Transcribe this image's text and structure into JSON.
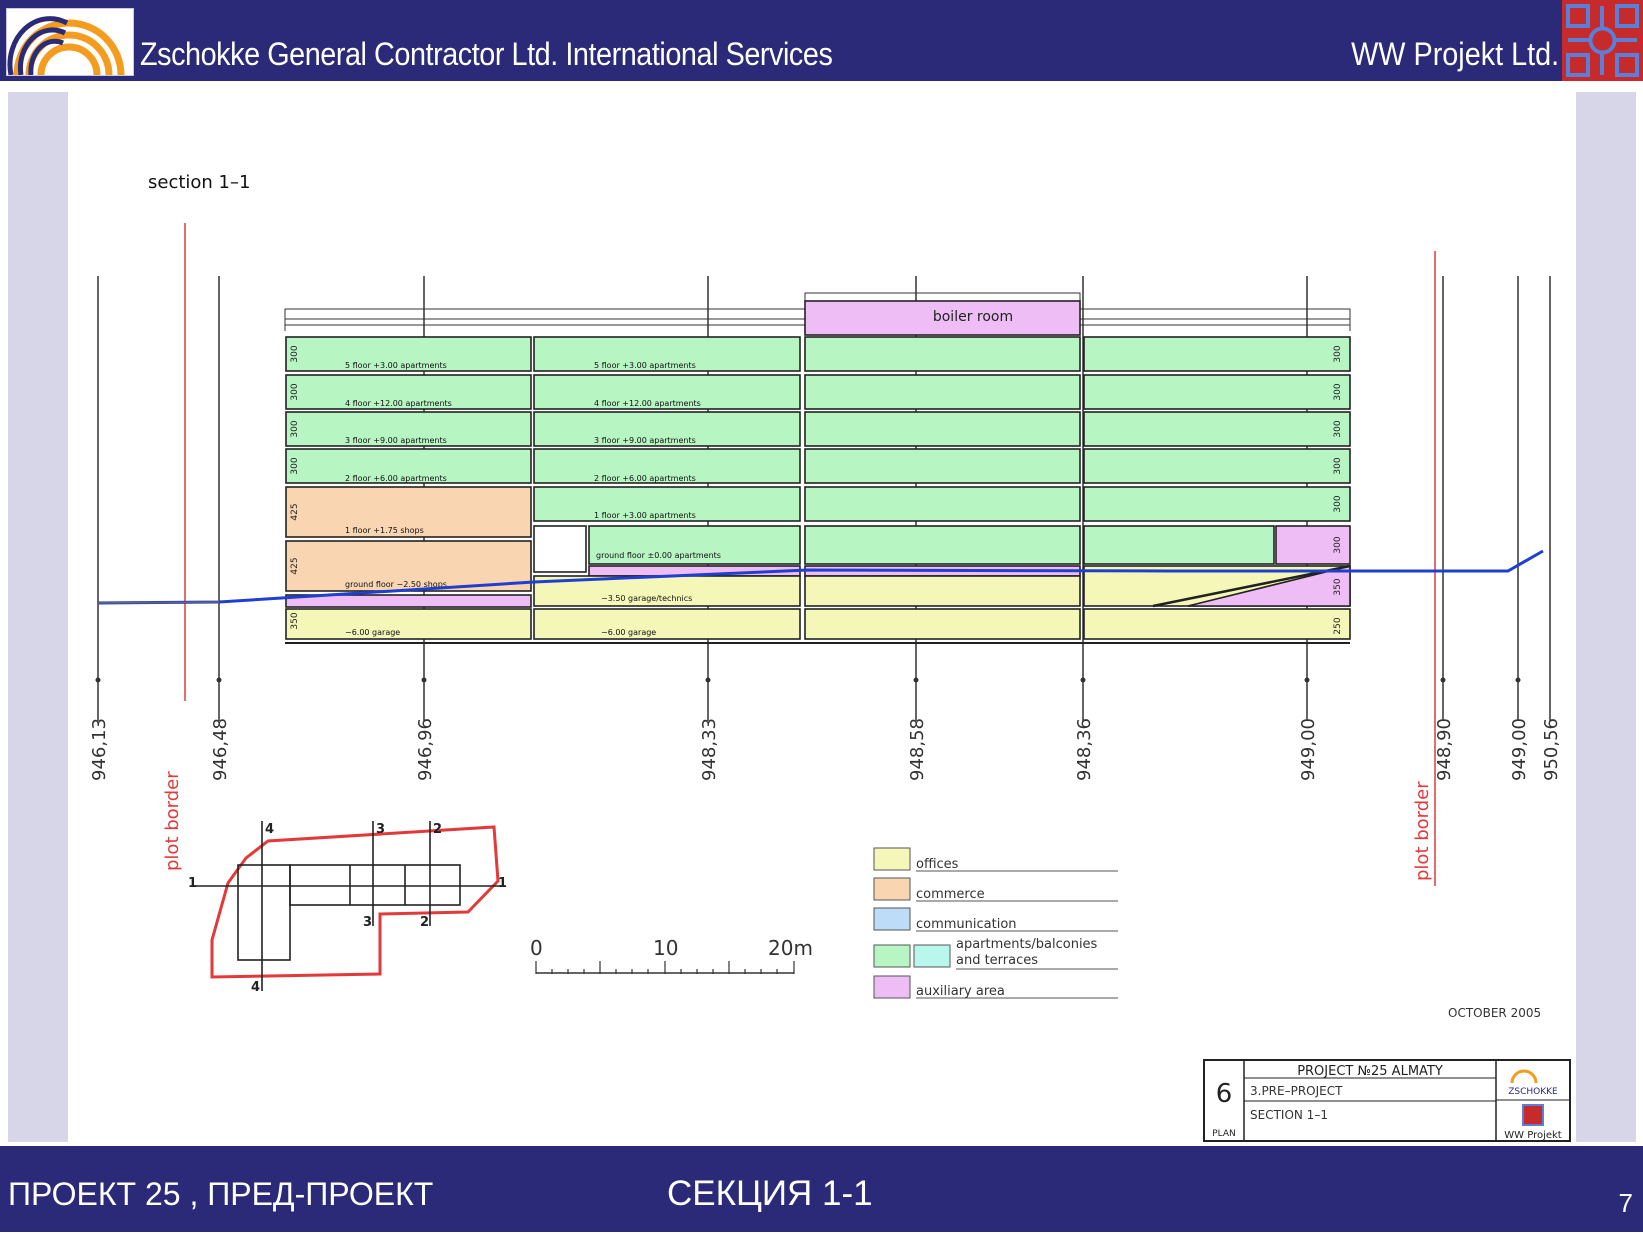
{
  "header": {
    "title": "Zschokke General Contractor   Ltd. International Services",
    "right_title": "WW Projekt Ltd."
  },
  "drawing": {
    "section_title": "section  1–1",
    "boiler_room": "boiler  room",
    "floor_labels": {
      "a5": "5  floor  +3.00  apartments",
      "a4": "4  floor  +12.00  apartments",
      "a3": "3  floor  +9.00  apartments",
      "a2": "2  floor  +6.00  apartments",
      "a1": "1  floor  +1.75  shops",
      "ag": "ground  floor  −2.50  shops",
      "ab": "−6.00  garage",
      "b5": "5  floor  +3.00  apartments",
      "b4": "4  floor  +12.00  apartments",
      "b3": "3  floor  +9.00  apartments",
      "b2": "2  floor  +6.00  apartments",
      "b1": "1  floor  +3.00  apartments",
      "bg": "ground  floor  ±0.00  apartments",
      "bm": "−3.50  garage/technics",
      "bb": "−6.00  garage"
    },
    "height_left": [
      "300",
      "300",
      "300",
      "300",
      "425",
      "425",
      "350"
    ],
    "height_right": [
      "300",
      "300",
      "300",
      "300",
      "300",
      "300",
      "350",
      "250"
    ],
    "elevations": [
      "946,13",
      "946,48",
      "946,96",
      "948,33",
      "948,58",
      "948,36",
      "949,00",
      "948,90",
      "949,00",
      "950,56"
    ],
    "plot_border": "plot  border",
    "scale_labels": [
      "0",
      "10",
      "20m"
    ],
    "legend": [
      {
        "label": "offices",
        "color": "#f5f7b8"
      },
      {
        "label": "commerce",
        "color": "#f9d5b2"
      },
      {
        "label": "communication",
        "color": "#bcdcf7"
      },
      {
        "label": "apartments/balconies",
        "label2": "and  terraces",
        "color": "#b7f5c3",
        "color2": "#b9f6ec"
      },
      {
        "label": "auxiliary  area",
        "color": "#eebdf5"
      }
    ],
    "date": "OCTOBER  2005",
    "plan_markers": [
      "4",
      "3",
      "2",
      "1",
      "1",
      "3",
      "2",
      "4"
    ]
  },
  "title_block": {
    "number": "6",
    "plan": "PLAN",
    "project": "PROJECT  №25  ALMATY",
    "stage": "3.PRE–PROJECT",
    "section": "SECTION  1–1",
    "logo_top": "ZSCHOKKE",
    "logo_bottom": "WW Projekt"
  },
  "footer": {
    "left": "ПРОЕКТ 25 , ПРЕД-ПРОЕКТ",
    "center": "СЕКЦИЯ 1-1",
    "page": "7"
  },
  "colors": {
    "header_bg": "#2a2a78",
    "offices": "#f5f7b8",
    "commerce": "#f9d5b2",
    "apartments": "#b7f5c3",
    "auxiliary": "#eebdf5",
    "ground_line": "#1f3fd0",
    "plot_border": "#e23a3a"
  }
}
